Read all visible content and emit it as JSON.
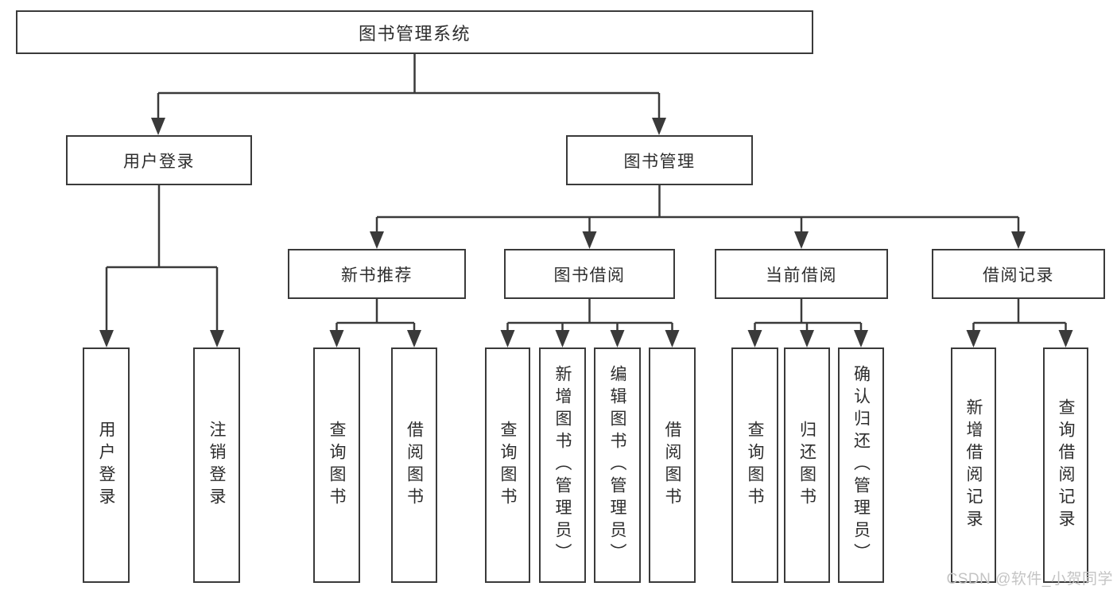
{
  "colors": {
    "line": "#3a3a3a",
    "text": "#2d2d2d",
    "watermark": "#c4c4c4",
    "box_bg": "#ffffff",
    "page_bg": "#ffffff"
  },
  "watermark": {
    "text": "CSDN @软件_小贺同学"
  },
  "nodes": {
    "root": {
      "label": "图书管理系统"
    },
    "user_login": {
      "label": "用户登录"
    },
    "book_mgmt": {
      "label": "图书管理"
    },
    "new_book_rec": {
      "label": "新书推荐"
    },
    "book_borrow": {
      "label": "图书借阅"
    },
    "current_borrow": {
      "label": "当前借阅"
    },
    "borrow_record": {
      "label": "借阅记录"
    },
    "leaf_user_login": {
      "label": "用户登录"
    },
    "leaf_logout": {
      "label": "注销登录"
    },
    "leaf_nb_query": {
      "label": "查询图书"
    },
    "leaf_nb_borrow": {
      "label": "借阅图书"
    },
    "leaf_bb_query": {
      "label": "查询图书"
    },
    "leaf_bb_add": {
      "label": "新增图书（管理员）"
    },
    "leaf_bb_edit": {
      "label": "编辑图书（管理员）"
    },
    "leaf_bb_borrow": {
      "label": "借阅图书"
    },
    "leaf_cb_query": {
      "label": "查询图书"
    },
    "leaf_cb_return": {
      "label": "归还图书"
    },
    "leaf_cb_confirm": {
      "label": "确认归还（管理员）"
    },
    "leaf_br_add": {
      "label": "新增借阅记录"
    },
    "leaf_br_query": {
      "label": "查询借阅记录"
    }
  },
  "structure": {
    "root": "图书管理系统",
    "children": [
      {
        "label": "用户登录",
        "children": [
          "用户登录",
          "注销登录"
        ]
      },
      {
        "label": "图书管理",
        "children": [
          {
            "label": "新书推荐",
            "children": [
              "查询图书",
              "借阅图书"
            ]
          },
          {
            "label": "图书借阅",
            "children": [
              "查询图书",
              "新增图书（管理员）",
              "编辑图书（管理员）",
              "借阅图书"
            ]
          },
          {
            "label": "当前借阅",
            "children": [
              "查询图书",
              "归还图书",
              "确认归还（管理员）"
            ]
          },
          {
            "label": "借阅记录",
            "children": [
              "新增借阅记录",
              "查询借阅记录"
            ]
          }
        ]
      }
    ]
  }
}
